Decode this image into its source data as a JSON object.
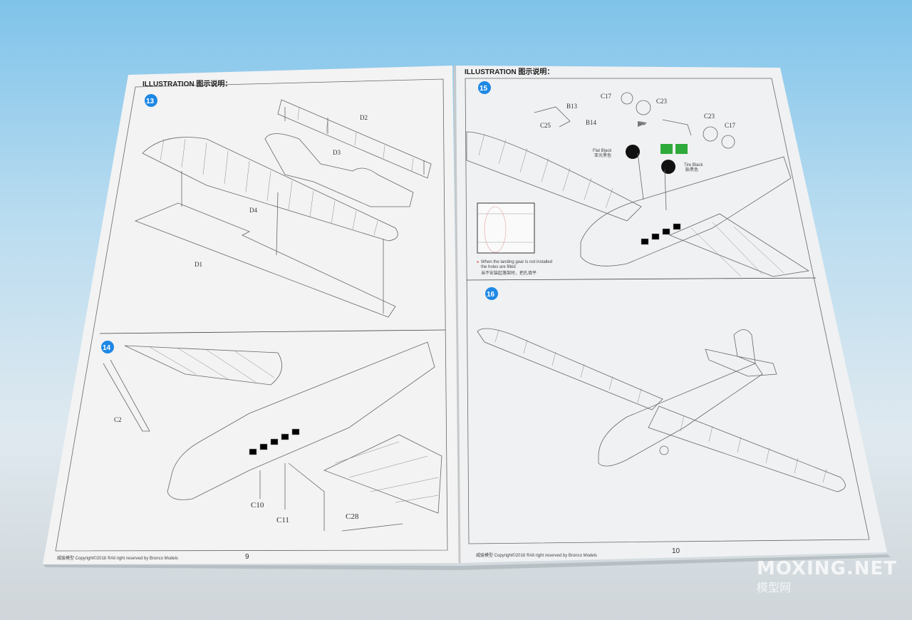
{
  "left_page": {
    "header": "ILLUSTRATION 图示说明：",
    "page_number": "9",
    "footer": "威骏模型  Copyright©2018  ®All right reserved by Bronco Models",
    "steps": [
      {
        "number": "13",
        "parts": [
          "D2",
          "D3",
          "D4",
          "D1"
        ]
      },
      {
        "number": "14",
        "parts": [
          "C2",
          "C10",
          "C11",
          "C28"
        ]
      }
    ]
  },
  "right_page": {
    "header": "ILLUSTRATION 图示说明：",
    "page_number": "10",
    "footer": "威骏模型  Copyright©2018  ®All right reserved by Bronco Models",
    "steps": [
      {
        "number": "15",
        "parts": [
          "C17",
          "C23",
          "B13",
          "C25",
          "B14",
          "C23",
          "C17"
        ]
      },
      {
        "number": "16",
        "parts": []
      }
    ],
    "paint": {
      "flat_black": "Flat Black",
      "flat_black_cn": "亚光黑色",
      "tire_black": "Tire Black",
      "tire_black_cn": "胎黑色"
    },
    "note": {
      "line1": "When the landing gear is not installed",
      "line2": "the holes are filled",
      "line_cn": "当不安装起落架时，把孔填平"
    }
  },
  "watermark": {
    "text": "MOXING.NET",
    "text_cn": "模型网"
  },
  "colors": {
    "step_badge": "#1e88e5",
    "paint_icon": "#2eaa3a"
  }
}
